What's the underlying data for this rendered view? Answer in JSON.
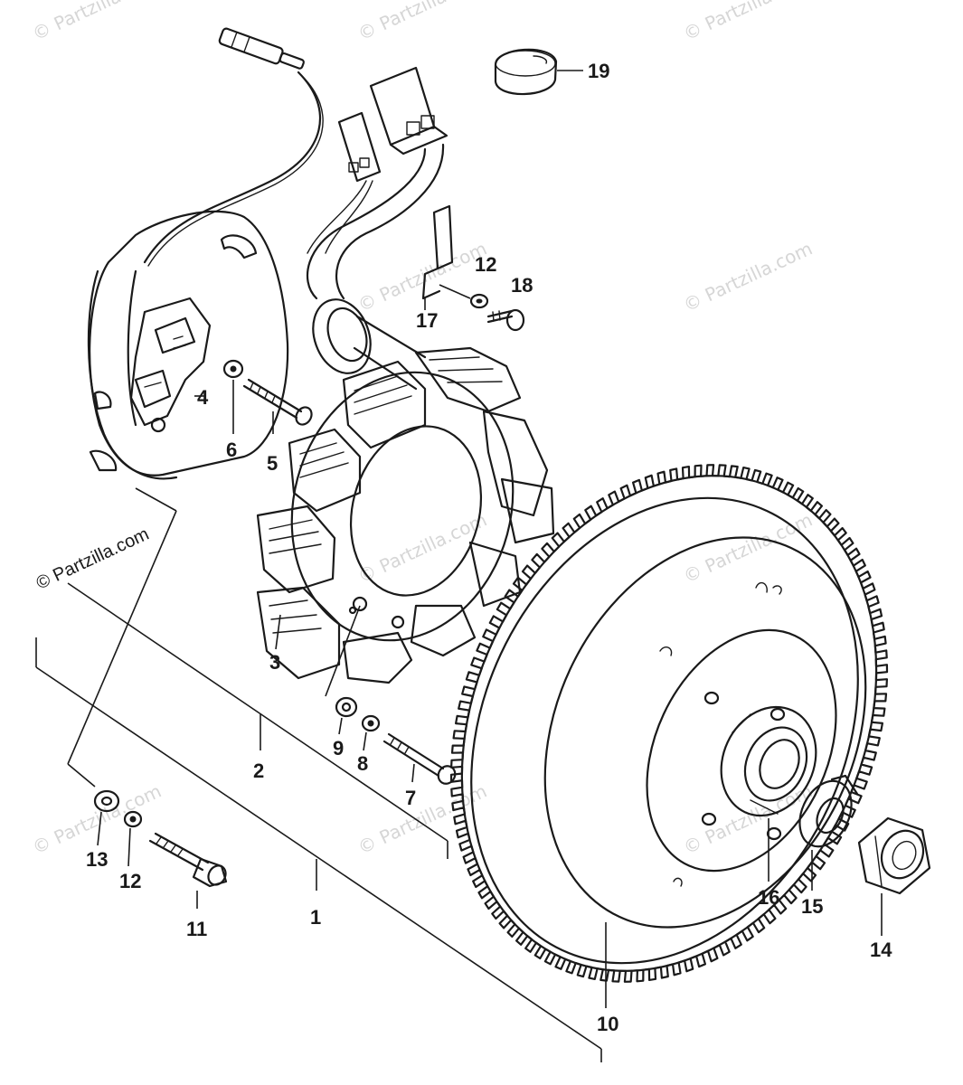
{
  "watermark": {
    "text": "© Partzilla.com",
    "color": "#d6d6d6"
  },
  "callouts": {
    "c1": "1",
    "c2": "2",
    "c3": "3",
    "c4": "4",
    "c5": "5",
    "c6": "6",
    "c7": "7",
    "c8": "8",
    "c9": "9",
    "c10": "10",
    "c11": "11",
    "c12a": "12",
    "c12b": "12",
    "c13": "13",
    "c14": "14",
    "c15": "15",
    "c16": "16",
    "c17": "17",
    "c18": "18",
    "c19": "19"
  },
  "colors": {
    "ink": "#1a1a1a",
    "background": "#ffffff"
  }
}
